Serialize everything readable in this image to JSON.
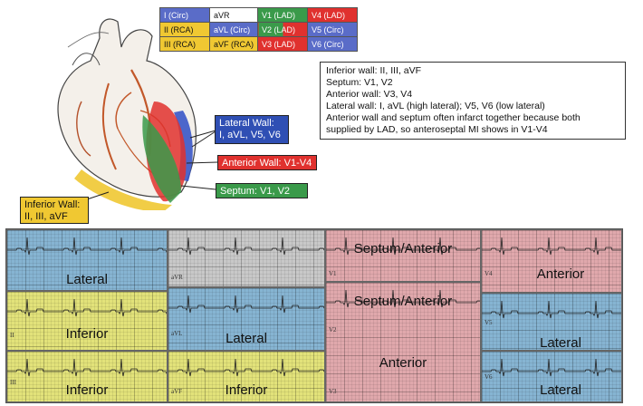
{
  "colors": {
    "blue": "#5a78c8",
    "yellow": "#f0c832",
    "red": "#e0312e",
    "green": "#3a9a4a",
    "blue_grid": "#86b4d2",
    "yellow_grid": "#e2e27a",
    "gray_grid": "#c8c8c8",
    "pink_grid": "#e0a8ac"
  },
  "lead_table": {
    "rows": [
      [
        "I    (Circ)",
        "aVR",
        "V1  (LAD)",
        "V4   (LAD)"
      ],
      [
        "II   (RCA)",
        "aVL  (Circ)",
        "V2  (LAD)",
        "V5   (Circ)"
      ],
      [
        "III  (RCA)",
        "aVF  (RCA)",
        "V3   (LAD)",
        "V6   (Circ)"
      ]
    ]
  },
  "info": {
    "lines": [
      "Inferior wall: II, III,  aVF",
      "Septum: V1, V2",
      "Anterior wall: V3, V4",
      "Lateral wall: I, aVL (high lateral);  V5, V6 (low lateral)",
      "Anterior wall and septum often infarct together because both",
      "supplied by LAD, so anteroseptal  MI shows in V1-V4"
    ]
  },
  "labels": {
    "lateral_wall": [
      "Lateral Wall:",
      "I, aVL, V5, V6"
    ],
    "anterior_wall": "Anterior Wall: V1-V4",
    "septum": "Septum: V1, V2",
    "inferior_wall": [
      "Inferior Wall:",
      "II, III, aVF"
    ]
  },
  "ecg": {
    "regions": {
      "lateral_1": "Lateral",
      "inferior_2": "Inferior",
      "inferior_3": "Inferior",
      "lateral_avl": "Lateral",
      "inferior_avf": "Inferior",
      "septum_anterior_v1": "Septum/Anterior",
      "septum_anterior_v2": "Septum/Anterior",
      "anterior_v3": "Anterior",
      "anterior_v4": "Anterior",
      "lateral_v5": "Lateral",
      "lateral_v6": "Lateral"
    },
    "leads": {
      "ii": "II",
      "iii": "III",
      "avr": "aVR",
      "avl": "aVL",
      "avf": "aVF",
      "v1": "V1",
      "v2": "V2",
      "v3": "V3",
      "v4": "V4",
      "v5": "V5",
      "v6": "V6"
    }
  }
}
